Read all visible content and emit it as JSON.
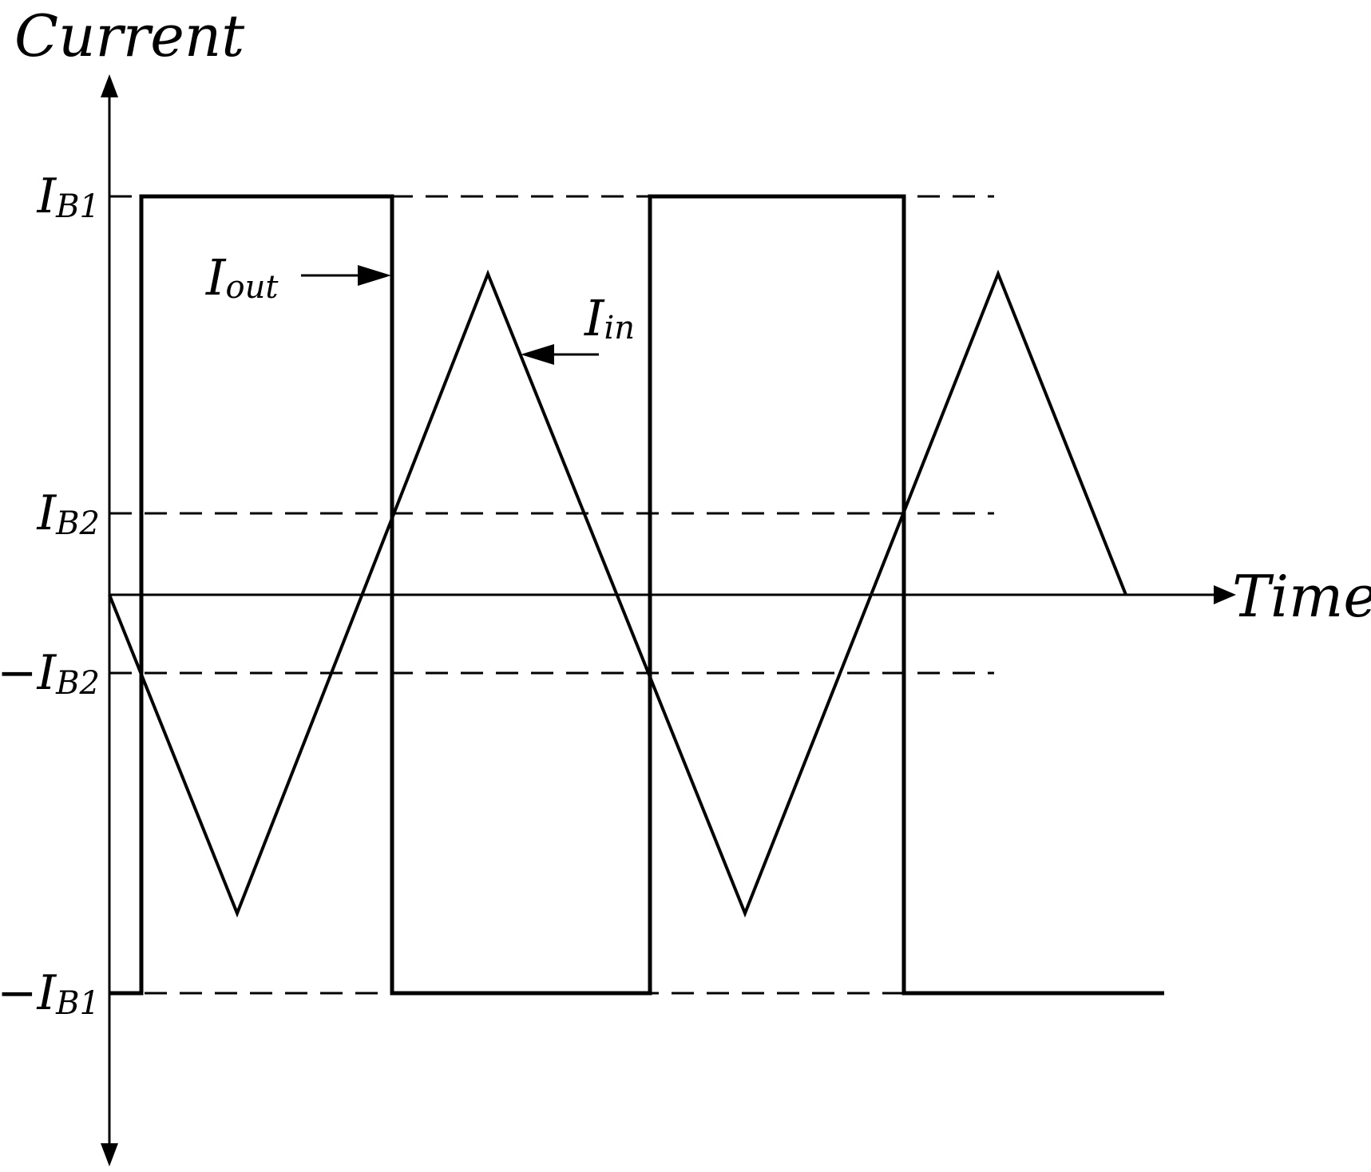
{
  "diagram": {
    "y_axis_label": "Current",
    "x_axis_label": "Time",
    "levels": [
      {
        "id": "IB1",
        "sign": "",
        "main": "I",
        "sub": "B1",
        "value": 1.0
      },
      {
        "id": "IB2",
        "sign": "",
        "main": "I",
        "sub": "B2",
        "value": 0.25
      },
      {
        "id": "nIB2",
        "sign": "−",
        "main": "I",
        "sub": "B2",
        "value": -0.2
      },
      {
        "id": "nIB1",
        "sign": "−",
        "main": "I",
        "sub": "B1",
        "value": -1.0
      }
    ],
    "annotations": {
      "out": {
        "main": "I",
        "sub": "out"
      },
      "in": {
        "main": "I",
        "sub": "in"
      }
    },
    "signals": {
      "out": {
        "name": "Iout",
        "shape": "square"
      },
      "in": {
        "name": "Iin",
        "shape": "triangle"
      }
    }
  }
}
